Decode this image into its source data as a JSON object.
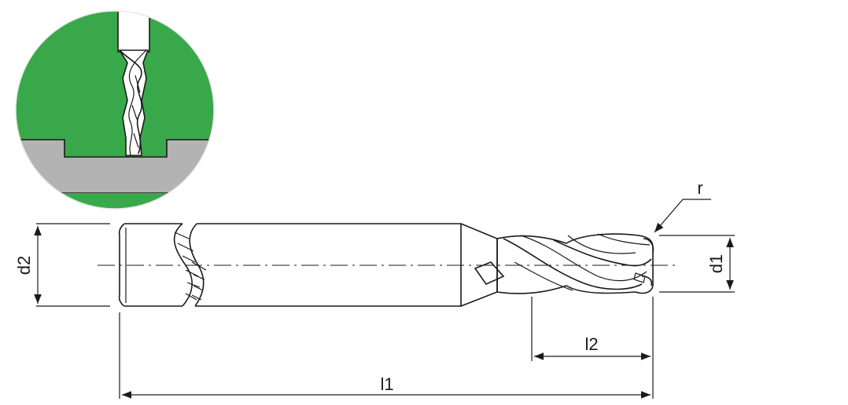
{
  "colors": {
    "workpiece": "#39a84a",
    "workpiece_dark": "#2f8f3d",
    "table": "#b3b3b3",
    "line": "#1a1a1a"
  },
  "labels": {
    "d1": "d1",
    "d2": "d2",
    "l1": "l1",
    "l2": "l2",
    "r": "r"
  }
}
